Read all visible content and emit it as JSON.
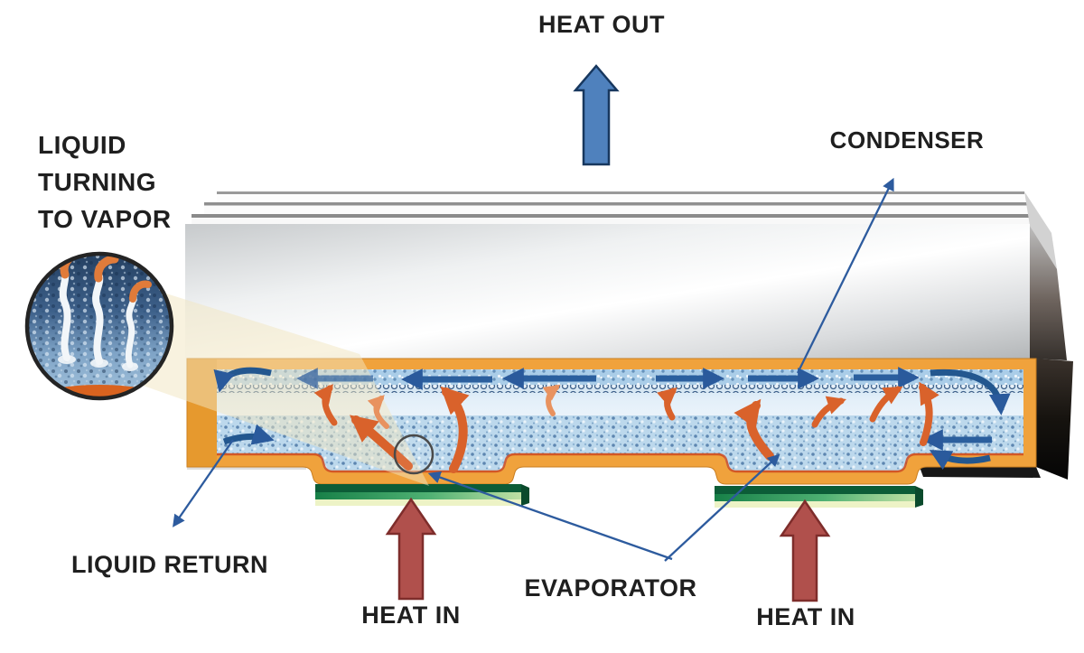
{
  "diagram": {
    "type": "vapor-chamber-heat-spreader-cross-section",
    "labels": {
      "heat_out": "HEAT OUT",
      "condenser": "CONDENSER",
      "liquid_turning_line1": "LIQUID",
      "liquid_turning_line2": "TURNING",
      "liquid_turning_line3": "TO VAPOR",
      "liquid_return": "LIQUID RETURN",
      "evaporator": "EVAPORATOR",
      "heat_in_left": "HEAT IN",
      "heat_in_right": "HEAT IN"
    },
    "colors": {
      "heat_out_arrow_blue": "#4f81bd",
      "heat_in_arrow_red": "#b0504c",
      "chamber_shell_orange": "#f0a23c",
      "wick_blue": "#a9cbe5",
      "vapor_arrow_orange": "#d9622b",
      "liquid_flow_blue": "#2b5f9e",
      "pcb_green": "#1e8a4e",
      "heatsink_silver": "#e9ebec",
      "label_text": "#1f1f1f"
    },
    "flows": {
      "heat_out_direction": "up",
      "heat_in_direction": "up",
      "vapor_top_left_half": "left",
      "vapor_top_right_half": "right",
      "liquid_return_path": "along bottom wick toward evaporators"
    }
  }
}
